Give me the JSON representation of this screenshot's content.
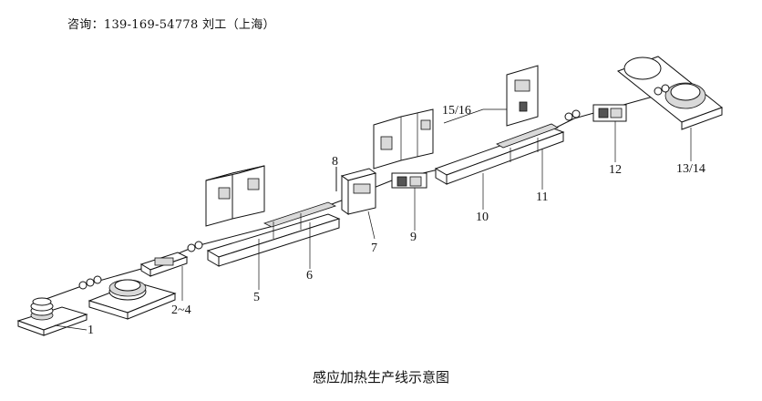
{
  "header": {
    "contact": "咨询：139-169-54778 刘工（上海）"
  },
  "caption": "感应加热生产线示意图",
  "labels": {
    "l1": "1",
    "l2_4": "2~4",
    "l5": "5",
    "l6": "6",
    "l7": "7",
    "l8": "8",
    "l9": "9",
    "l10": "10",
    "l11": "11",
    "l12": "12",
    "l13_14": "13/14",
    "l15_16": "15/16"
  }
}
